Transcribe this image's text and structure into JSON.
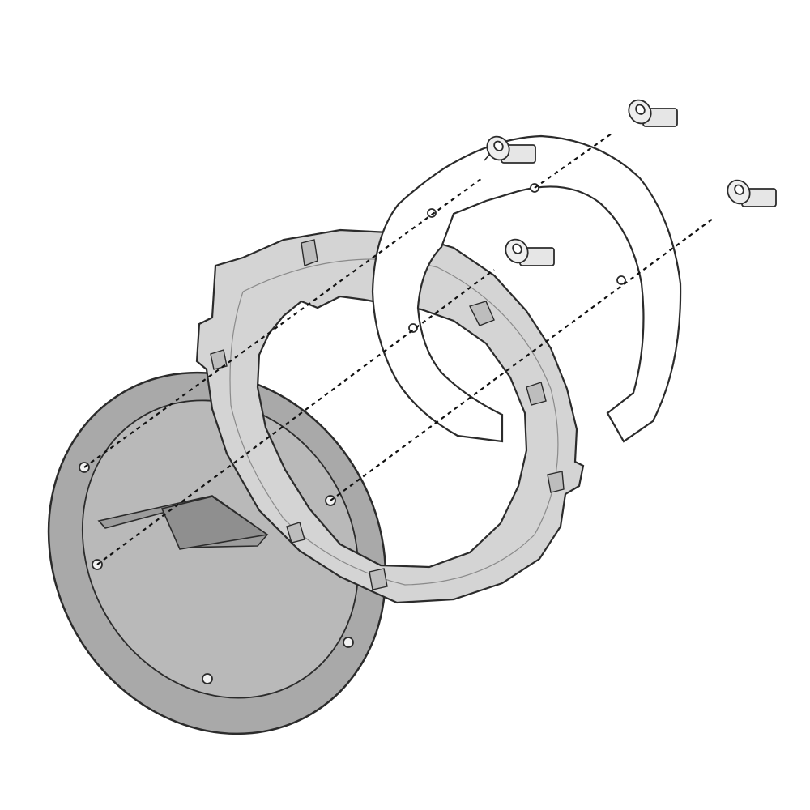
{
  "diagram": {
    "kind": "exploded-assembly",
    "parts": [
      {
        "name": "fuel-cap-flange",
        "icon": "tank-flange-disc"
      },
      {
        "name": "mounting-ring",
        "icon": "notched-ring"
      },
      {
        "name": "adapter-plate",
        "icon": "c-shaped-plate"
      },
      {
        "name": "bolt",
        "icon": "socket-head-screw",
        "count": 4
      }
    ],
    "colors": {
      "outline": "#2b2b2b",
      "flange_fill": "#a9a9a9",
      "flange_inner": "#b9b9b9",
      "ring_fill": "#d4d4d4",
      "plate_fill": "#ffffff",
      "bolt_fill": "#eeeeee",
      "leader_line": "#111111"
    }
  }
}
